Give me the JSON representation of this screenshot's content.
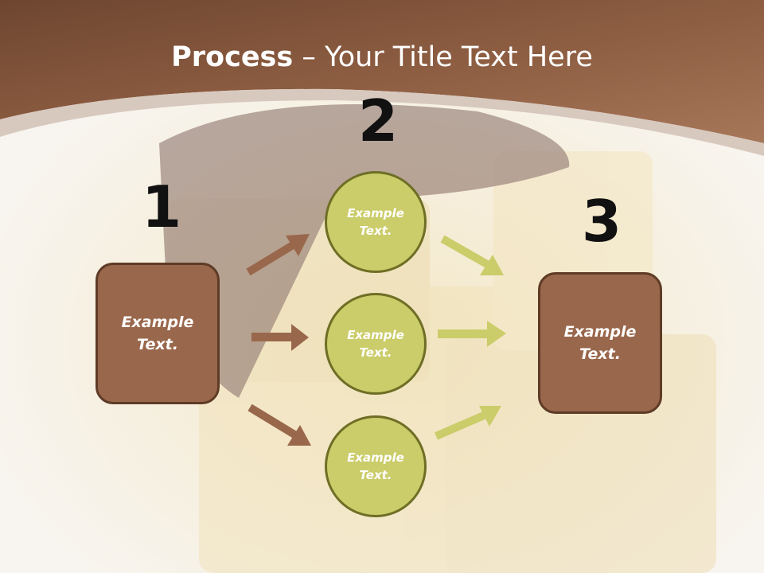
{
  "slide": {
    "title_bold": "Process",
    "title_rest": " – Your Title Text Here"
  },
  "steps": {
    "n1": "1",
    "n2": "2",
    "n3": "3"
  },
  "nodes": {
    "left_box": "Example Text.",
    "circle_top": "Example Text.",
    "circle_mid": "Example Text.",
    "circle_bottom": "Example Text.",
    "right_box": "Example Text."
  },
  "colors": {
    "header_brown": "#8a5a3e",
    "box_brown": "#99674b",
    "circle_green": "#cbcc6a",
    "arrow_brown": "#99674b",
    "arrow_green": "#cbcc6a"
  }
}
